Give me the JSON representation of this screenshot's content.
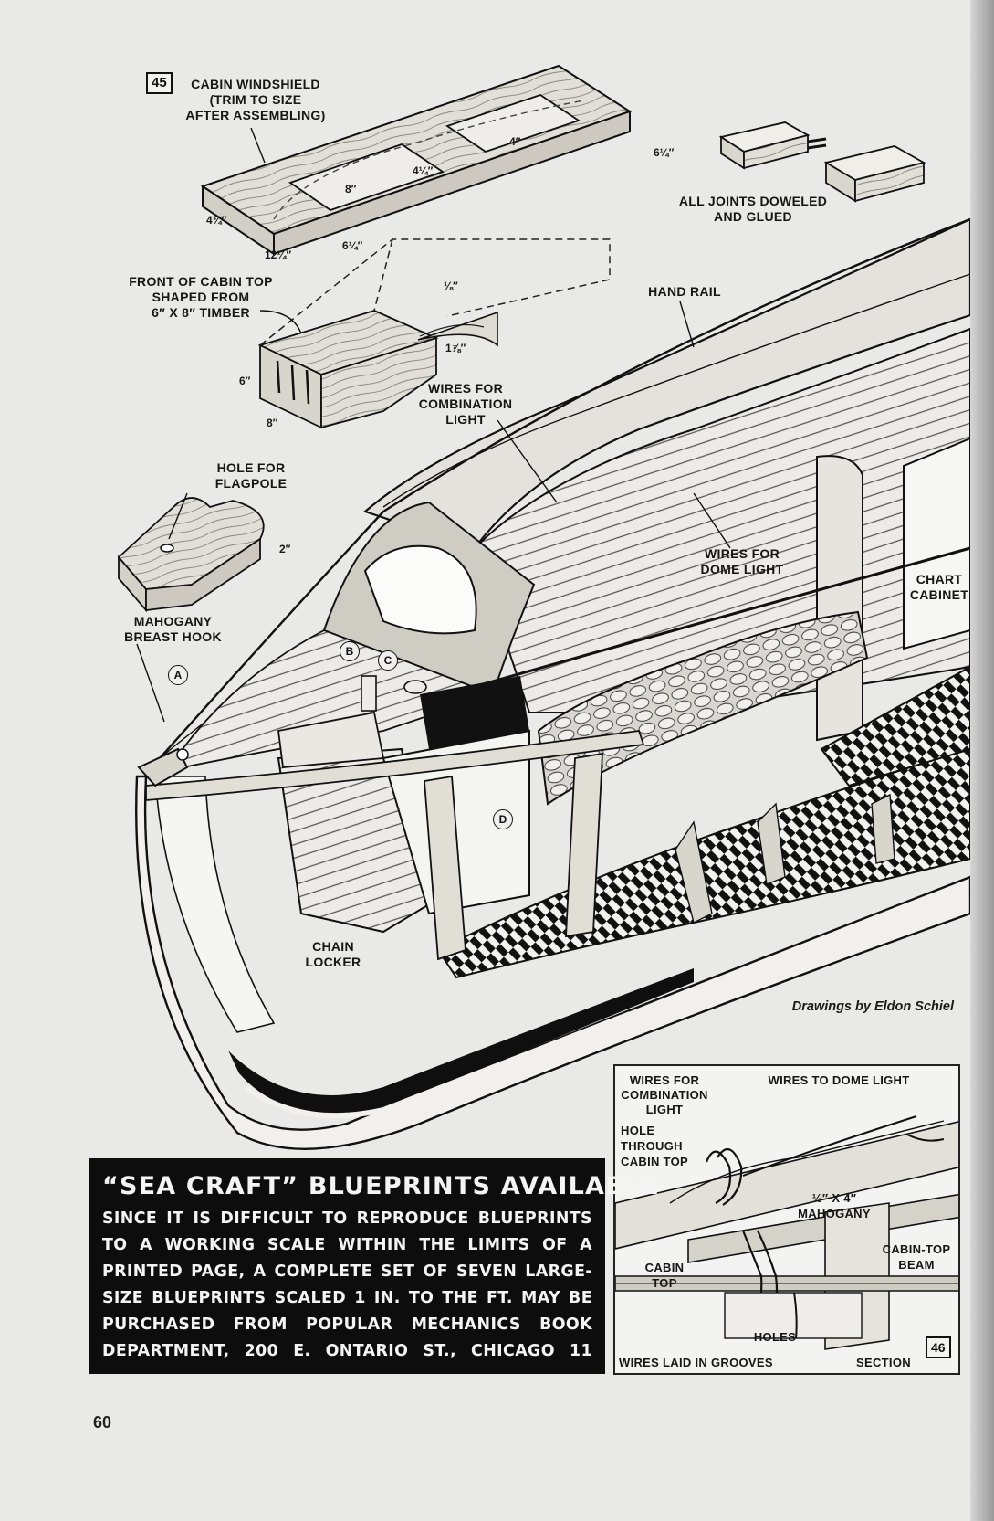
{
  "figure45": {
    "number": "45",
    "windshield_label": "CABIN WINDSHIELD\n(TRIM TO SIZE\nAFTER ASSEMBLING)",
    "dims": {
      "d1": "4″",
      "d2": "6¼″",
      "d3": "4¼″",
      "d4": "8″",
      "d5": "4¾″",
      "d6": "12¼″",
      "d7": "6¼″",
      "d8": "⅛″",
      "d9": "1⅞″",
      "d10": "6″",
      "d11": "8″",
      "d12": "2″"
    },
    "joints_label": "ALL JOINTS DOWELED\nAND GLUED",
    "front_cabin_top_label": "FRONT OF CABIN TOP\nSHAPED FROM\n6″ X 8″ TIMBER",
    "hand_rail_label": "HAND RAIL",
    "wires_combination_label": "WIRES FOR\nCOMBINATION\nLIGHT",
    "hole_flagpole_label": "HOLE FOR\nFLAGPOLE",
    "wires_dome_label": "WIRES FOR\nDOME LIGHT",
    "chart_cabinet_label": "CHART\nCABINET",
    "breast_hook_label": "MAHOGANY\nBREAST HOOK",
    "chain_locker_label": "CHAIN\nLOCKER",
    "callouts": [
      "A",
      "B",
      "C",
      "D"
    ]
  },
  "credit": "Drawings by Eldon Schiel",
  "figure46": {
    "number": "46",
    "wires_combination": "WIRES FOR\nCOMBINATION\nLIGHT",
    "wires_dome": "WIRES TO DOME LIGHT",
    "hole_label": "HOLE\nTHROUGH\nCABIN TOP",
    "mahogany_label": "½″ X 4″\nMAHOGANY",
    "beam_label": "CABIN-TOP\nBEAM",
    "cabin_top_label": "CABIN\nTOP",
    "holes_label": "HOLES",
    "grooves_label": "WIRES LAID IN GROOVES",
    "section_label": "SECTION"
  },
  "blueprints": {
    "heading": "“SEA CRAFT” BLUEPRINTS AVAILABLE",
    "lines": [
      "SINCE IT IS DIFFICULT TO REPRODUCE BLUEPRINTS",
      "TO A WORKING SCALE WITHIN THE LIMITS OF A",
      "PRINTED PAGE, A COMPLETE SET OF SEVEN LARGE-",
      "SIZE BLUEPRINTS SCALED 1 IN. TO THE FT. MAY BE",
      "PURCHASED FROM POPULAR MECHANICS BOOK",
      "DEPARTMENT, 200 E. ONTARIO ST., CHICAGO 11"
    ]
  },
  "page_number": "60"
}
